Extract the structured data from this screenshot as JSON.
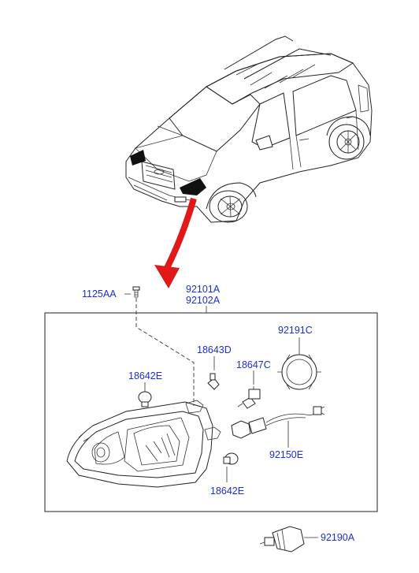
{
  "colors": {
    "callout_text": "#1a2fd0",
    "arrow": "#e01818",
    "line": "#222222"
  },
  "callouts": {
    "bolt": "1125AA",
    "assembly_lh": "92101A",
    "assembly_rh": "92102A",
    "gasket_cap": "92191C",
    "bulb_position": "18643D",
    "bulb_head": "18647C",
    "bulb_side_upper": "18642E",
    "bulb_side_lower": "18642E",
    "harness": "92150E",
    "socket_bulb": "92190A"
  }
}
